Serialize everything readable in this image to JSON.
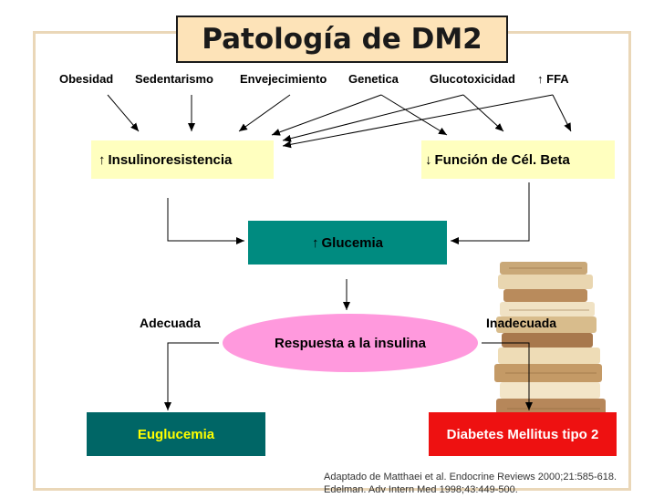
{
  "title": "Patología de DM2",
  "factors": {
    "obesidad": "Obesidad",
    "sedentarismo": "Sedentarismo",
    "envejecimiento": "Envejecimiento",
    "genetica": "Genetica",
    "glucotoxicidad": "Glucotoxicidad",
    "ffa": "FFA"
  },
  "nodes": {
    "insulinoresistencia": "Insulinoresistencia",
    "funcion_beta": "Función de Cél. Beta",
    "glucemia": "Glucemia",
    "respuesta": "Respuesta a la insulina",
    "euglucemia": "Euglucemia",
    "diabetes": "Diabetes Mellitus tipo 2"
  },
  "labels": {
    "adecuada": "Adecuada",
    "inadecuada": "Inadecuada"
  },
  "glyphs": {
    "up": "↑",
    "down": "↓"
  },
  "reference": {
    "line1": "Adaptado de Matthaei et al. Endocrine Reviews 2000;21:585-618.",
    "line2": "Edelman. Adv Intern Med 1998;43:449-500."
  },
  "colors": {
    "yellow_box": "#ffffbf",
    "teal_box": "#008b80",
    "euglucemia_box": "#006666",
    "euglucemia_text": "#ffff00",
    "diabetes_box": "#ee1111",
    "diabetes_text": "#ffffff",
    "ellipse": "#ff99dd",
    "title_box": "#fde3b8"
  }
}
